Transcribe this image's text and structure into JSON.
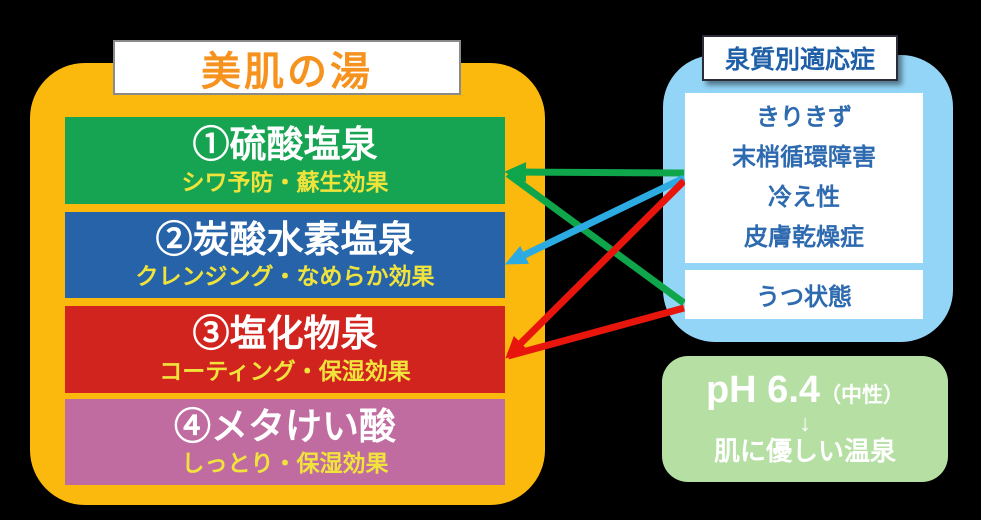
{
  "canvas": {
    "background": "#000000"
  },
  "left_panel": {
    "title": "美肌の湯",
    "title_color": "#F6921E",
    "container_color": "#FBB90D",
    "effect_text_color": "#F0E33C",
    "bars": [
      {
        "label": "①硫酸塩泉",
        "effect": "シワ予防・蘇生効果",
        "color": "#17A452"
      },
      {
        "label": "②炭酸水素塩泉",
        "effect": "クレンジング・なめらか効果",
        "color": "#2763A8"
      },
      {
        "label": "③塩化物泉",
        "effect": "コーティング・保湿効果",
        "color": "#D2241F"
      },
      {
        "label": "④メタけい酸",
        "effect": "しっとり・保湿効果",
        "color": "#C16CA0"
      }
    ]
  },
  "right_panel": {
    "header": "泉質別適応症",
    "header_text_color": "#1F5FA8",
    "container_color": "#93D5F6",
    "text_color": "#2E6AAF",
    "indications_main": [
      "きりきず",
      "末梢循環障害",
      "冷え性",
      "皮膚乾燥症"
    ],
    "indication_secondary": "うつ状態"
  },
  "ph_box": {
    "bg_color": "#B5DFA3",
    "ph_label": "pH 6.4",
    "ph_note": "（中性）",
    "down_arrow": "↓",
    "result": "肌に優しい温泉"
  },
  "connections": [
    {
      "name": "sulfate-to-indications",
      "color": "#0FA64B",
      "from": [
        684,
        173
      ],
      "to": [
        512,
        172
      ],
      "arrow": true
    },
    {
      "name": "sulfate-to-depression",
      "color": "#0FA64B",
      "from": [
        684,
        303
      ],
      "to": [
        508,
        174
      ],
      "arrow": false
    },
    {
      "name": "bicarbonate-to-indications",
      "color": "#2CABE2",
      "from": [
        684,
        178
      ],
      "to": [
        512,
        261
      ],
      "arrow": true
    },
    {
      "name": "chloride-to-indications",
      "color": "#E8150D",
      "from": [
        684,
        181
      ],
      "to": [
        511,
        353
      ],
      "arrow": true
    },
    {
      "name": "chloride-to-depression",
      "color": "#E8150D",
      "from": [
        684,
        308
      ],
      "to": [
        508,
        356
      ],
      "arrow": false
    }
  ]
}
